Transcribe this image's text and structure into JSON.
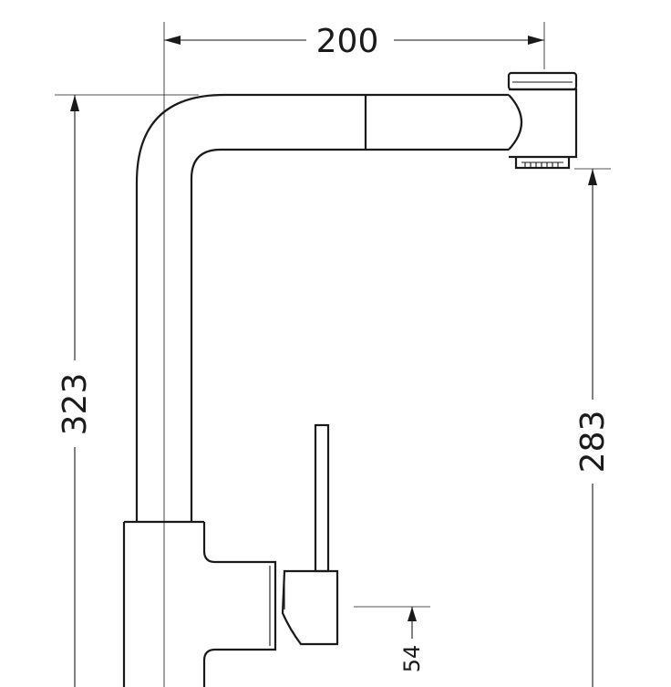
{
  "dimensions": {
    "width_label": "200",
    "total_height_label": "323",
    "spout_height_label": "283",
    "lever_offset_label": "54"
  },
  "colors": {
    "line": "#1a1a1a",
    "background": "#ffffff"
  }
}
